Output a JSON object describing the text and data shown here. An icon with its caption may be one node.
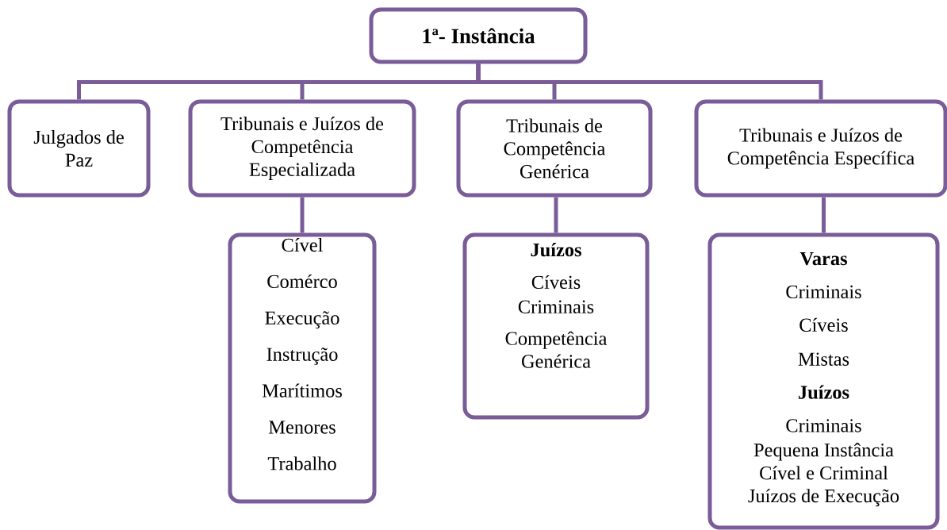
{
  "diagram": {
    "nodes": [
      {
        "text": [
          "1ª- Instância"
        ]
      },
      {
        "text": [
          "Julgados de Paz"
        ]
      },
      {
        "text": [
          "Tribunais e Juízos  de Competência Especializada"
        ]
      },
      {
        "text": [
          "Tribunais de Competência Genérica"
        ]
      },
      {
        "text": [
          "Tribunais e Juízos de Competência Específica"
        ]
      },
      {
        "text": [
          "Cível",
          "Comérco",
          "Execução",
          "Instrução",
          "Marítimos",
          "Menores",
          "Trabalho"
        ]
      },
      {
        "text": [
          "Juízos",
          "Cíveis",
          "Criminais",
          "Competência Genérica"
        ]
      },
      {
        "text": [
          "Varas",
          "Criminais",
          "Cíveis",
          "Mistas",
          "Juízos",
          "Criminais",
          "Pequena Instância",
          "Cível e Criminal",
          "Juízos de Execução"
        ]
      }
    ],
    "edges": [
      {
        "from": 0,
        "to": 1,
        "arrow": "none"
      },
      {
        "from": 0,
        "to": 2,
        "arrow": "none"
      },
      {
        "from": 0,
        "to": 3,
        "arrow": "none"
      },
      {
        "from": 0,
        "to": 4,
        "arrow": "none"
      },
      {
        "from": 2,
        "to": 5,
        "arrow": "none"
      },
      {
        "from": 3,
        "to": 6,
        "arrow": "none"
      },
      {
        "from": 4,
        "to": 7,
        "arrow": "none"
      }
    ]
  }
}
